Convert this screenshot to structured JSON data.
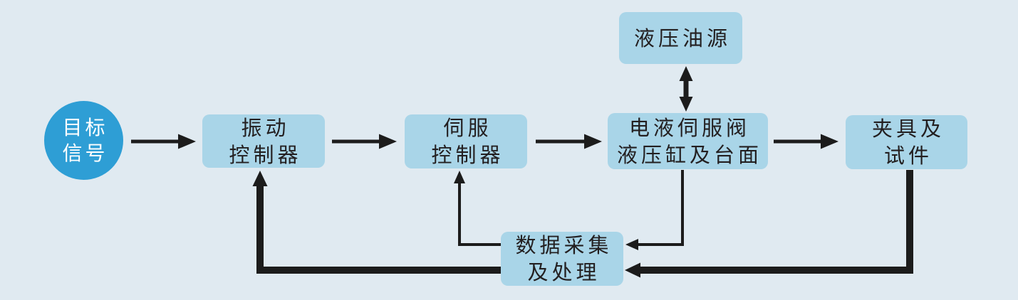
{
  "diagram": {
    "nodes": {
      "target_signal": {
        "lines": [
          "目标",
          "信号"
        ],
        "shape": "circle"
      },
      "vibration_controller": {
        "lines": [
          "振动",
          "控制器"
        ],
        "shape": "rounded-rect"
      },
      "servo_controller": {
        "lines": [
          "伺服",
          "控制器"
        ],
        "shape": "rounded-rect"
      },
      "servo_valve_cylinder_table": {
        "lines": [
          "电液伺服阀",
          "液压缸及台面"
        ],
        "shape": "rounded-rect"
      },
      "fixture_specimen": {
        "lines": [
          "夹具及",
          "试件"
        ],
        "shape": "rounded-rect"
      },
      "hydraulic_oil_source": {
        "lines": [
          "液压油源"
        ],
        "shape": "rounded-rect"
      },
      "data_acquisition_processing": {
        "lines": [
          "数据采集",
          "及处理"
        ],
        "shape": "rounded-rect"
      }
    },
    "edges": [
      {
        "from": "target_signal",
        "to": "vibration_controller",
        "style": "arrow-right"
      },
      {
        "from": "vibration_controller",
        "to": "servo_controller",
        "style": "arrow-right"
      },
      {
        "from": "servo_controller",
        "to": "servo_valve_cylinder_table",
        "style": "arrow-right"
      },
      {
        "from": "servo_valve_cylinder_table",
        "to": "fixture_specimen",
        "style": "arrow-right"
      },
      {
        "from": "hydraulic_oil_source",
        "to": "servo_valve_cylinder_table",
        "style": "double-arrow-vertical"
      },
      {
        "from": "servo_valve_cylinder_table",
        "to": "data_acquisition_processing",
        "style": "elbow-thin"
      },
      {
        "from": "fixture_specimen",
        "to": "data_acquisition_processing",
        "style": "elbow-thick"
      },
      {
        "from": "data_acquisition_processing",
        "to": "servo_controller",
        "style": "elbow-thin"
      },
      {
        "from": "data_acquisition_processing",
        "to": "vibration_controller",
        "style": "elbow-thick"
      }
    ],
    "colors": {
      "background": "#e0eaf1",
      "node_fill": "#a9d5e8",
      "circle_fill": "#2e9ed5",
      "text": "#231f20",
      "circle_text": "#ffffff",
      "arrow": "#1c1c1c"
    }
  }
}
